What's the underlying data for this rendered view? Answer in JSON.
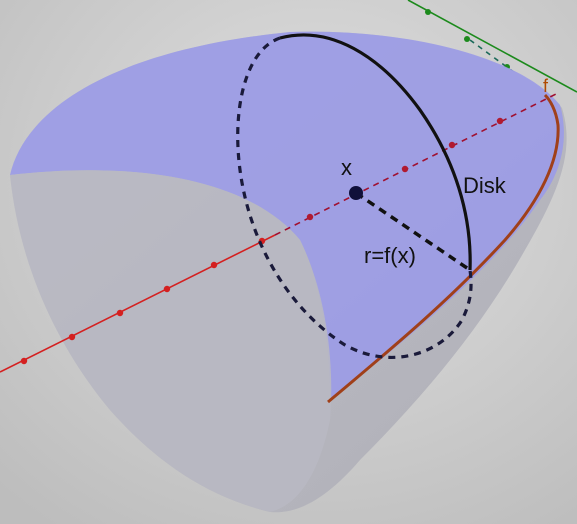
{
  "labels": {
    "point": "x",
    "disk": "Disk",
    "radius": "r=f(x)",
    "function": "f"
  },
  "colors": {
    "background": "#d0d0d0",
    "solid_fill": "#9c9ce6",
    "solid_gray": "#b5b5bd",
    "x_axis": "#d42020",
    "y_axis": "#1c8a1c",
    "curve": "#a0401a",
    "disk": "#111111",
    "center_point": "#10103a"
  }
}
